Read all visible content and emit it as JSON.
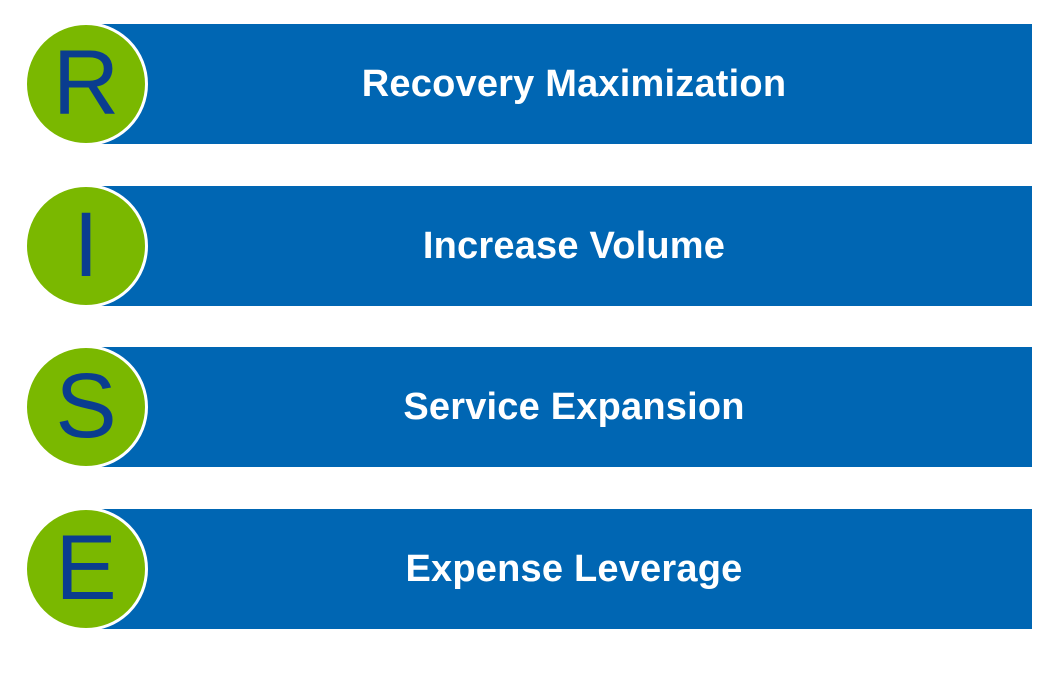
{
  "colors": {
    "bar": "#0066b3",
    "circle": "#7ab800",
    "letter": "#0a3d8f",
    "label": "#ffffff",
    "background": "#ffffff"
  },
  "items": [
    {
      "letter": "R",
      "label": "Recovery Maximization"
    },
    {
      "letter": "I",
      "label": "Increase Volume"
    },
    {
      "letter": "S",
      "label": "Service Expansion"
    },
    {
      "letter": "E",
      "label": "Expense Leverage"
    }
  ]
}
